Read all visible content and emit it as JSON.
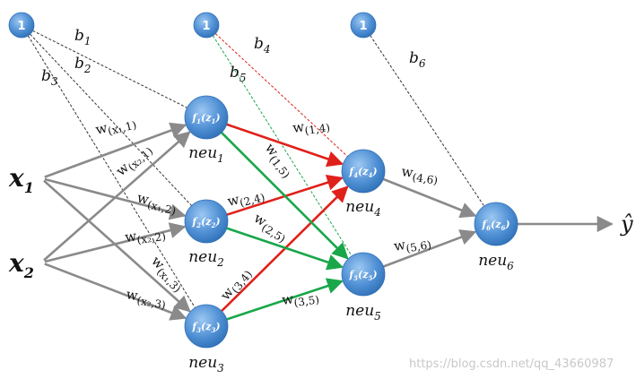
{
  "diagram": {
    "colors": {
      "gray": "#8a8a8a",
      "red": "#e0201a",
      "green": "#19a74a",
      "dash_black": "#333333",
      "dash_red": "#e0201a",
      "dash_green": "#19a74a",
      "node_fill": "#4f8fd4",
      "node_dark": "#2f6fb5",
      "node_light": "#8fc0ee"
    },
    "inputs": [
      {
        "id": "x1",
        "base": "x",
        "sub": "1"
      },
      {
        "id": "x2",
        "base": "x",
        "sub": "2"
      }
    ],
    "bias_nodes": [
      {
        "id": "bias1",
        "label": "1"
      },
      {
        "id": "bias2",
        "label": "1"
      },
      {
        "id": "bias3",
        "label": "1"
      }
    ],
    "neurons": [
      {
        "id": "n1",
        "f": "f",
        "fsub": "1",
        "z": "z",
        "zsub": "1",
        "name": "neu",
        "nsub": "1"
      },
      {
        "id": "n2",
        "f": "f",
        "fsub": "2",
        "z": "z",
        "zsub": "2",
        "name": "neu",
        "nsub": "2"
      },
      {
        "id": "n3",
        "f": "f",
        "fsub": "3",
        "z": "z",
        "zsub": "3",
        "name": "neu",
        "nsub": "3"
      },
      {
        "id": "n4",
        "f": "f",
        "fsub": "4",
        "z": "z",
        "zsub": "4",
        "name": "neu",
        "nsub": "4"
      },
      {
        "id": "n5",
        "f": "f",
        "fsub": "5",
        "z": "z",
        "zsub": "5",
        "name": "neu",
        "nsub": "5"
      },
      {
        "id": "n6",
        "f": "f",
        "fsub": "6",
        "z": "z",
        "zsub": "6",
        "name": "neu",
        "nsub": "6"
      }
    ],
    "biases": [
      {
        "label": "b",
        "sub": "1"
      },
      {
        "label": "b",
        "sub": "2"
      },
      {
        "label": "b",
        "sub": "3"
      },
      {
        "label": "b",
        "sub": "4"
      },
      {
        "label": "b",
        "sub": "5"
      },
      {
        "label": "b",
        "sub": "6"
      }
    ],
    "weights": [
      {
        "w": "w",
        "sub": "(x₁,1)"
      },
      {
        "w": "w",
        "sub": "(x₂,1)"
      },
      {
        "w": "w",
        "sub": "(x₁,2)"
      },
      {
        "w": "w",
        "sub": "(x₂,2)"
      },
      {
        "w": "w",
        "sub": "(x₁,3)"
      },
      {
        "w": "w",
        "sub": "(x₂,3)"
      },
      {
        "w": "w",
        "sub": "(1,4)"
      },
      {
        "w": "w",
        "sub": "(1,5)"
      },
      {
        "w": "w",
        "sub": "(2,4)"
      },
      {
        "w": "w",
        "sub": "(2,5)"
      },
      {
        "w": "w",
        "sub": "(3,4)"
      },
      {
        "w": "w",
        "sub": "(3,5)"
      },
      {
        "w": "w",
        "sub": "(4,6)"
      },
      {
        "w": "w",
        "sub": "(5,6)"
      }
    ],
    "output": {
      "label": "ŷ"
    },
    "watermark": "https://blog.csdn.net/qq_43660987"
  }
}
